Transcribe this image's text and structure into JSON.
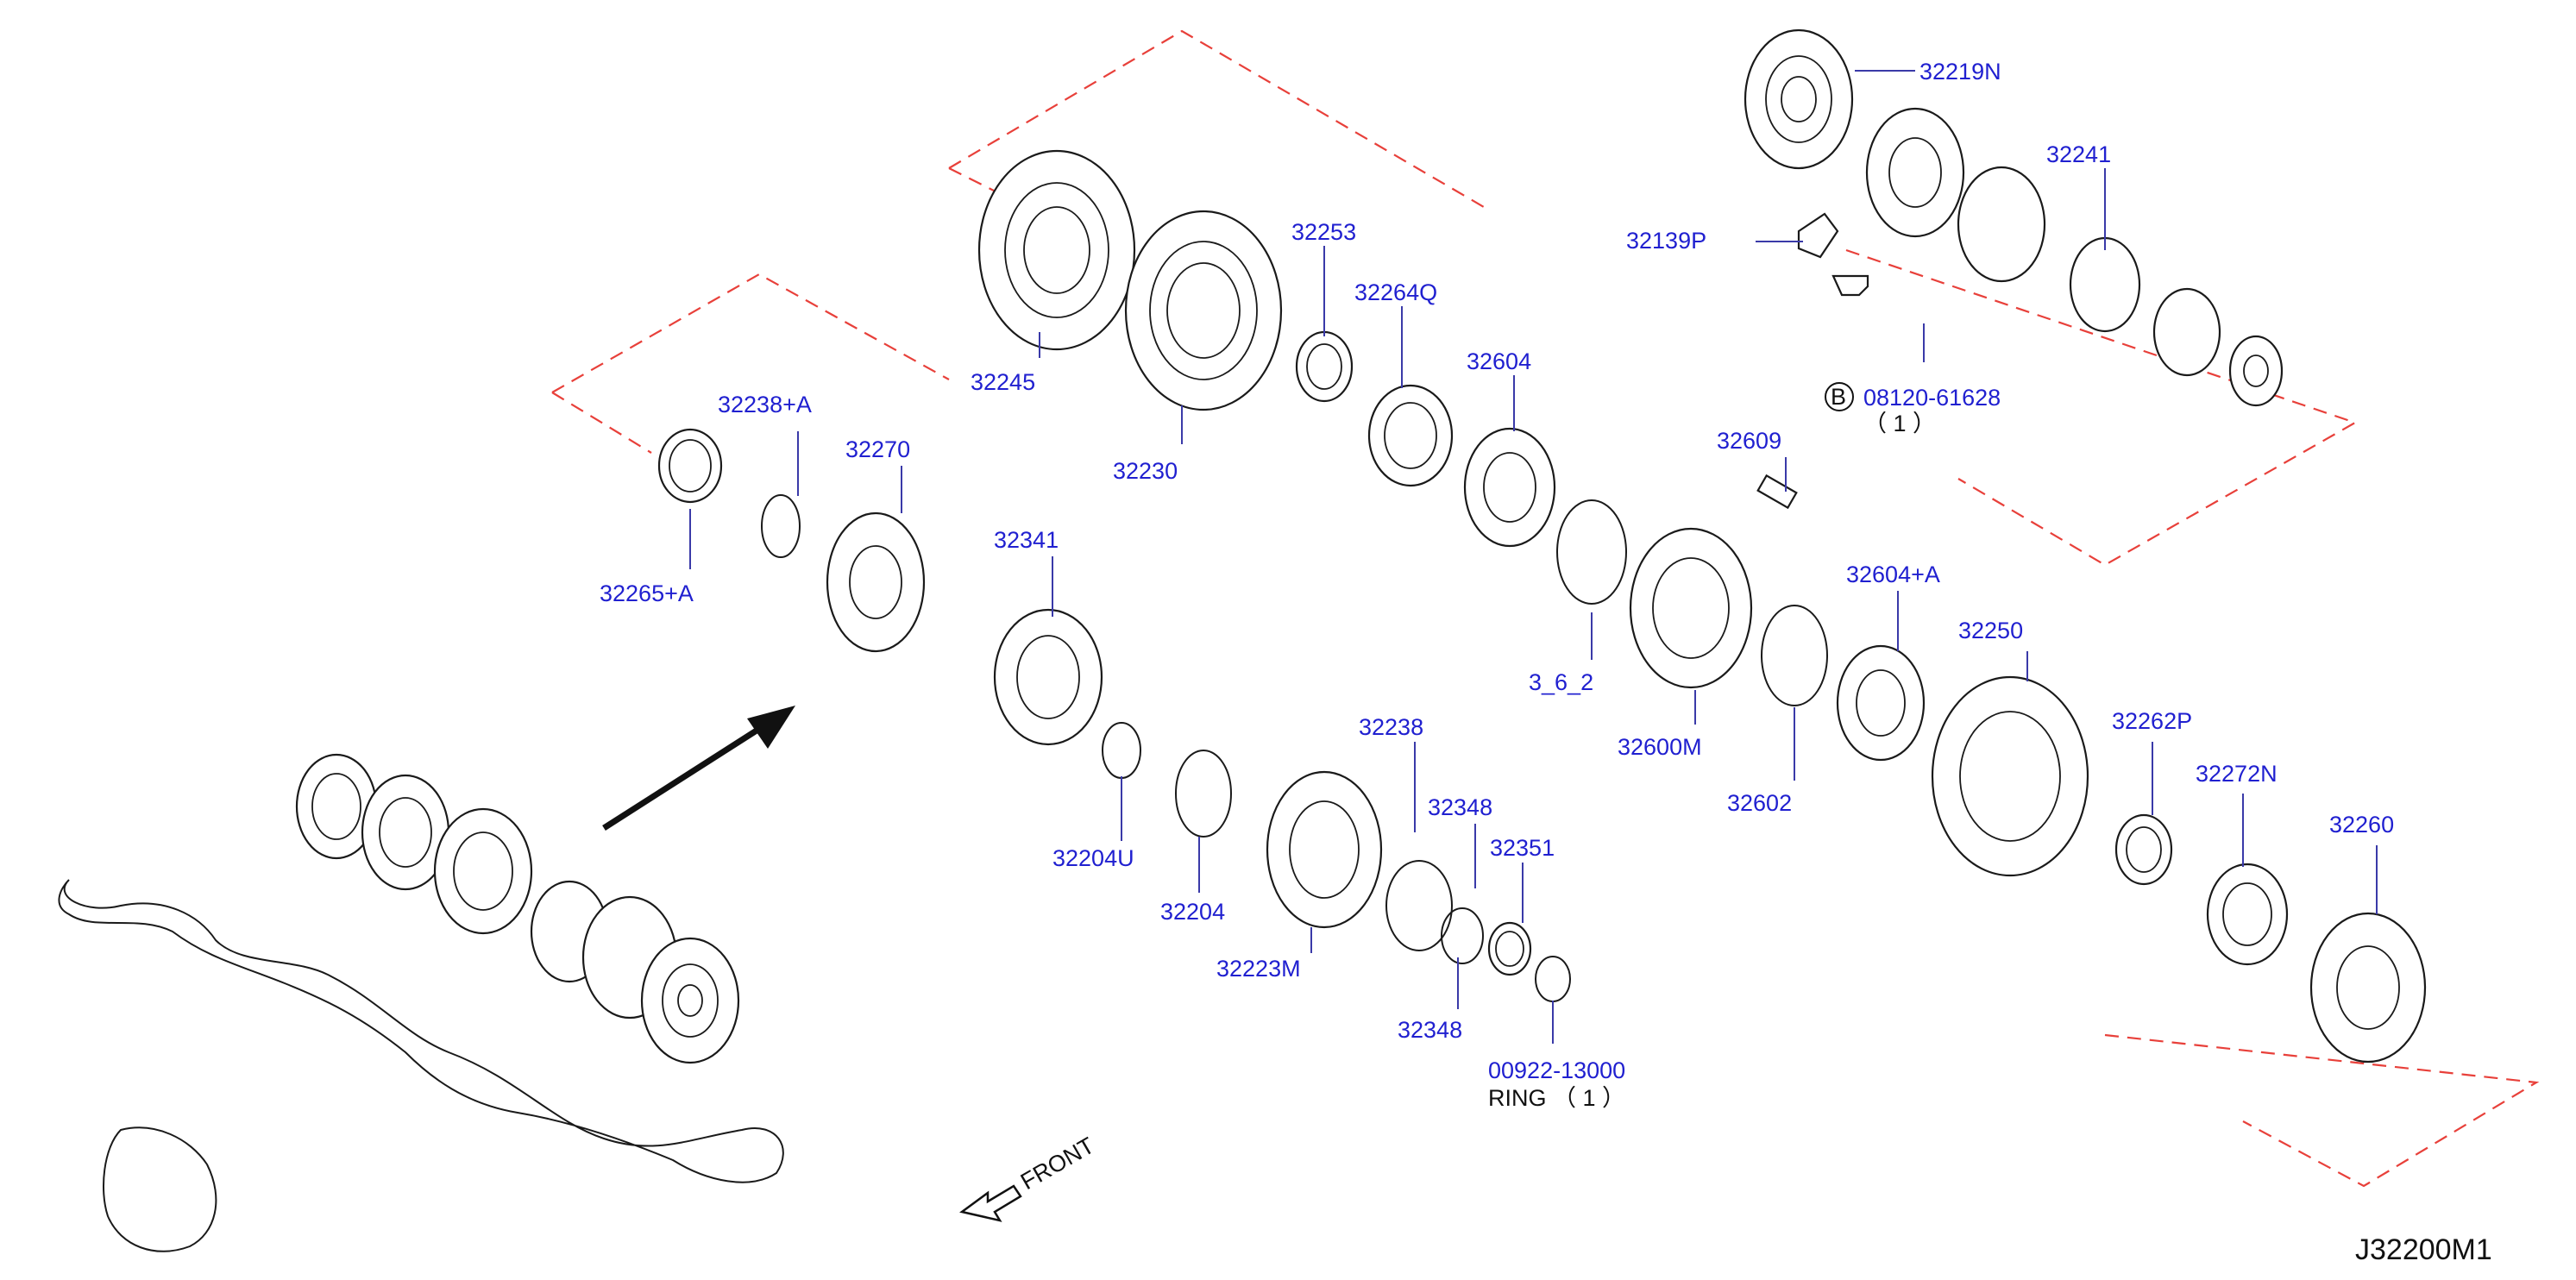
{
  "diagram_code": "J32200M1",
  "front_label": "FRONT",
  "bolt_marker": "B",
  "ring_note": "RING （ 1 ）",
  "bolt_qty_note": "（ 1 ）",
  "colors": {
    "label": "#2020d0",
    "dashed": "#e8403a",
    "line": "#1a1a1a"
  },
  "parts": [
    "32219N",
    "32241",
    "32139P",
    "08120-61628",
    "32253",
    "32264Q",
    "32604",
    "32245",
    "32230",
    "32238+A",
    "32270",
    "32265+A",
    "32341",
    "32609",
    "32604+A",
    "3_6_2",
    "32600M",
    "32602",
    "32250",
    "32262P",
    "32272N",
    "32260",
    "32238",
    "32348",
    "32351",
    "32348",
    "32204U",
    "32204",
    "32223M",
    "00922-13000"
  ]
}
